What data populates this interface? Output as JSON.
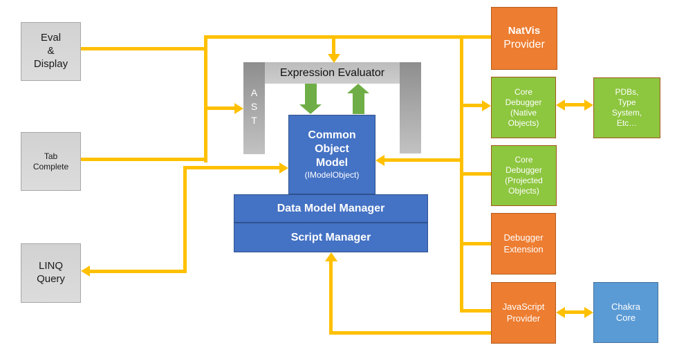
{
  "diagram": {
    "colors": {
      "connector_yellow": "#FFC000",
      "arrow_green": "#6FAE47",
      "box_orange": "#ED7D31",
      "box_orange_border": "#B35B1E",
      "box_green": "#8DC63F",
      "box_green_border": "#A0561D",
      "box_blue": "#4472C4",
      "box_blue_border": "#2F528F",
      "box_light_blue": "#5B9BD5",
      "box_light_blue_border": "#41719C",
      "box_gray_border": "#A6A6A6"
    },
    "nodes": {
      "eval_display": {
        "lines": [
          "Eval",
          "&",
          "Display"
        ]
      },
      "tab_complete": {
        "lines": [
          "Tab",
          "Complete"
        ]
      },
      "linq_query": {
        "lines": [
          "LINQ",
          "Query"
        ]
      },
      "ast": {
        "lines": [
          "A",
          "S",
          "T"
        ]
      },
      "expression_evaluator": {
        "label": "Expression Evaluator"
      },
      "common_object_model": {
        "title_lines": [
          "Common",
          "Object",
          "Model"
        ],
        "subtitle": "(IModelObject)"
      },
      "data_model_manager": {
        "label": "Data Model Manager"
      },
      "script_manager": {
        "label": "Script Manager"
      },
      "natvis_provider": {
        "title": "NatVis",
        "subtitle": "Provider"
      },
      "core_debugger_native": {
        "lines": [
          "Core",
          "Debugger",
          "(Native",
          "Objects)"
        ]
      },
      "pdbs": {
        "lines": [
          "PDBs,",
          "Type",
          "System,",
          "Etc…"
        ]
      },
      "core_debugger_projected": {
        "lines": [
          "Core",
          "Debugger",
          "(Projected",
          "Objects)"
        ]
      },
      "debugger_extension": {
        "lines": [
          "Debugger",
          "Extension"
        ]
      },
      "javascript_provider": {
        "lines": [
          "JavaScript",
          "Provider"
        ]
      },
      "chakra_core": {
        "lines": [
          "Chakra",
          "Core"
        ]
      }
    }
  }
}
